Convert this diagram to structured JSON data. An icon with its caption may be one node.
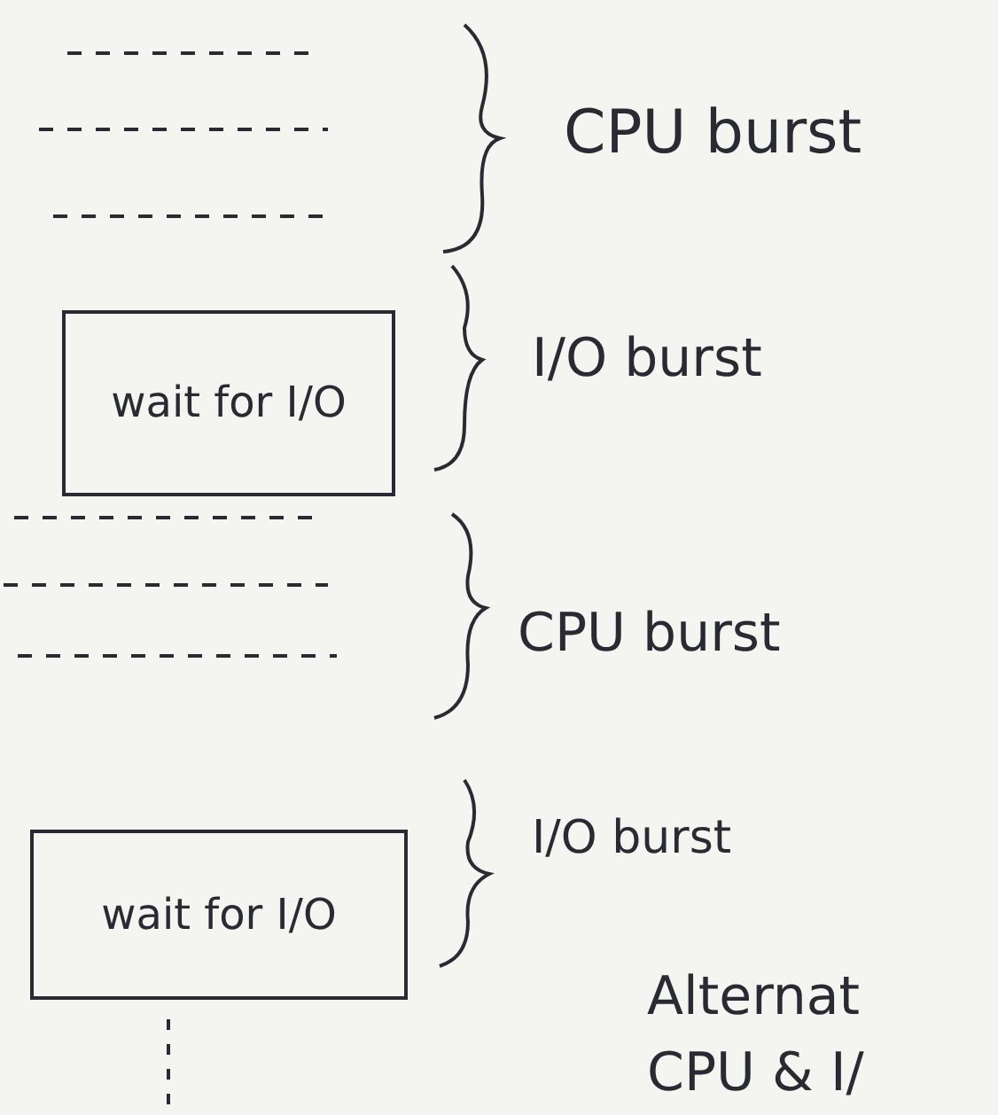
{
  "diagram": {
    "nodes": [
      {
        "text": [
          "wait for I/O"
        ]
      },
      {
        "text": [
          "wait for I/O"
        ]
      }
    ],
    "labels": [
      "CPU burst",
      "I/O burst",
      "CPU burst",
      "I/O burst",
      "Alternat",
      "CPU & I/"
    ]
  }
}
